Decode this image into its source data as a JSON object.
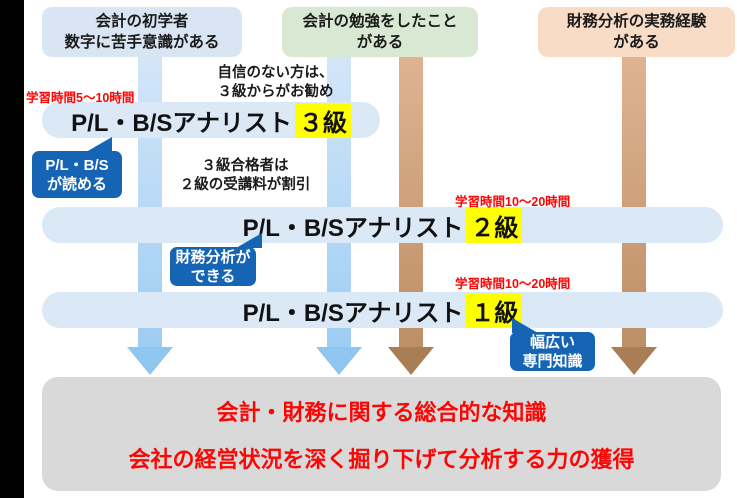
{
  "header_boxes": {
    "beginner": {
      "line1": "会計の初学者",
      "line2": "数字に苦手意識がある"
    },
    "studied": {
      "line1": "会計の勉強をしたこと",
      "line2": "がある"
    },
    "experienced": {
      "line1": "財務分析の実務経験",
      "line2": "がある"
    }
  },
  "annotations": {
    "study_time_grade3": "学習時間5～10時間",
    "study_time_grade2": "学習時間10～20時間",
    "study_time_grade1": "学習時間10～20時間",
    "recommend": {
      "line1": "自信のない方は、",
      "line2": "３級からがお勧め"
    },
    "discount": {
      "line1": "３級合格者は",
      "line2": "２級の受講料が割引"
    }
  },
  "bars": {
    "grade3": {
      "label": "P/L・B/Sアナリスト",
      "grade": "３級"
    },
    "grade2": {
      "label": "P/L・B/Sアナリスト",
      "grade": "２級"
    },
    "grade1": {
      "label": "P/L・B/Sアナリスト",
      "grade": "１級"
    }
  },
  "callouts": {
    "read_plbs": {
      "line1": "P/L・B/S",
      "line2": "が読める"
    },
    "financial_analysis": {
      "line1": "財務分析が",
      "line2": "できる"
    },
    "broad_knowledge": {
      "line1": "幅広い",
      "line2": "専門知識"
    }
  },
  "goal_box": {
    "line1": "会計・財務に関する総合的な知識",
    "line2": "会社の経営状況を深く掘り下げて分析する力の獲得"
  },
  "colors": {
    "header_beginner_bg": "#d9e5f2",
    "header_studied_bg": "#d9e8d3",
    "header_experienced_bg": "#f9dcc6",
    "bar_bg": "#dbe8f5",
    "highlight_yellow": "#ffff00",
    "callout_blue": "#1565b4",
    "annotation_red": "#fe0505",
    "arrow_blue": "#8ec6f0",
    "arrow_brown": "#aa7e54",
    "goal_box_bg": "#d9d9d9",
    "left_strip": "#000000"
  }
}
